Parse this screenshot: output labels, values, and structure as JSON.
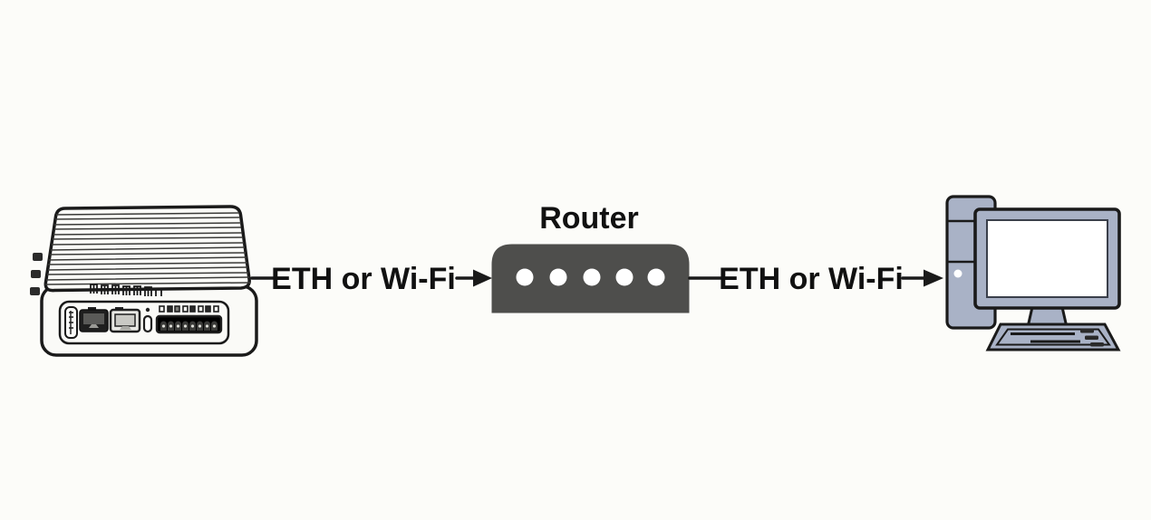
{
  "diagram": {
    "type": "network-topology",
    "nodes": {
      "gateway": {
        "kind": "industrial-gateway-device",
        "label": ""
      },
      "router": {
        "kind": "router",
        "label": "Router",
        "port_count": 5
      },
      "computer": {
        "kind": "desktop-computer",
        "label": ""
      }
    },
    "links": [
      {
        "from": "gateway",
        "to": "router",
        "label": "ETH or Wi-Fi",
        "direction": "right"
      },
      {
        "from": "router",
        "to": "computer",
        "label": "ETH or Wi-Fi",
        "direction": "right"
      }
    ]
  },
  "colors": {
    "background": "#fcfcf9",
    "outline": "#1a1a1a",
    "text": "#111111",
    "router_fill": "#4e4e4c",
    "device_fill": "#fafaf7",
    "computer_fill": "#a9b2c6",
    "screen_fill": "#ffffff"
  }
}
